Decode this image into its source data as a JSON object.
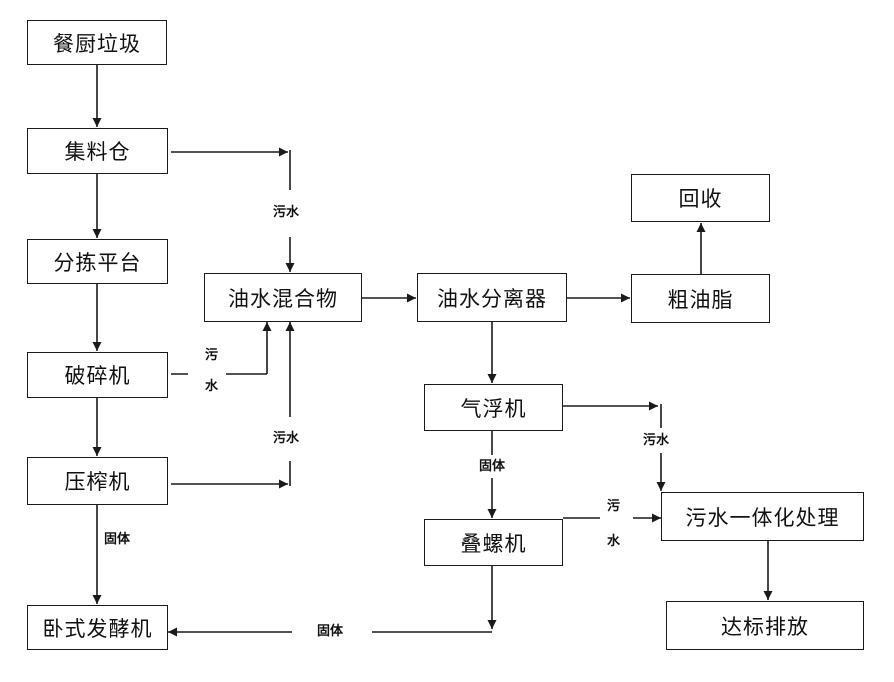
{
  "diagram": {
    "nodes": {
      "kitchen_waste": "餐厨垃圾",
      "collection_bin": "集料仓",
      "sorting_platform": "分拣平台",
      "crusher": "破碎机",
      "press": "压榨机",
      "horizontal_fermenter": "卧式发酵机",
      "oil_water_mixture": "油水混合物",
      "oil_water_separator": "油水分离器",
      "crude_grease": "粗油脂",
      "recovery": "回收",
      "air_flotation": "气浮机",
      "screw_stacker": "叠螺机",
      "integrated_sewage_treatment": "污水一体化处理",
      "discharge_standard": "达标排放"
    },
    "edge_labels": {
      "wastewater": "污水",
      "wastewater_top": "污",
      "wastewater_bottom": "水",
      "solids": "固体"
    },
    "edges": [
      [
        "kitchen_waste",
        "collection_bin",
        ""
      ],
      [
        "collection_bin",
        "sorting_platform",
        ""
      ],
      [
        "sorting_platform",
        "crusher",
        ""
      ],
      [
        "crusher",
        "press",
        ""
      ],
      [
        "press",
        "horizontal_fermenter",
        "固体"
      ],
      [
        "collection_bin",
        "oil_water_mixture",
        "污水"
      ],
      [
        "crusher",
        "oil_water_mixture",
        "污水"
      ],
      [
        "press",
        "oil_water_mixture",
        "污水"
      ],
      [
        "oil_water_mixture",
        "oil_water_separator",
        ""
      ],
      [
        "oil_water_separator",
        "crude_grease",
        ""
      ],
      [
        "crude_grease",
        "recovery",
        ""
      ],
      [
        "oil_water_separator",
        "air_flotation",
        ""
      ],
      [
        "air_flotation",
        "screw_stacker",
        "固体"
      ],
      [
        "air_flotation",
        "integrated_sewage_treatment",
        "污水"
      ],
      [
        "screw_stacker",
        "integrated_sewage_treatment",
        "污水"
      ],
      [
        "screw_stacker",
        "horizontal_fermenter",
        "固体"
      ],
      [
        "integrated_sewage_treatment",
        "discharge_standard",
        ""
      ]
    ]
  }
}
